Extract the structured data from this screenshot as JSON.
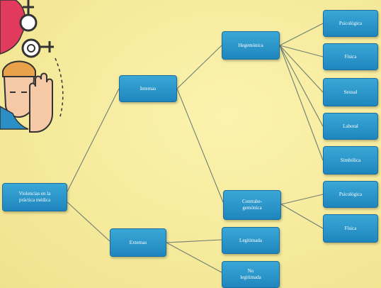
{
  "diagram": {
    "nodes": {
      "root": "Violencias en la\npráctica médica",
      "internas": "Internas",
      "externas": "Externas",
      "hegemonica": "Hegemónica",
      "contrahegemonica": "Contrahe-\ngemónica",
      "legitimada": "Legitimada",
      "no_legitimada": "No\nlegitimada",
      "psicologica_1": "Psicológica",
      "fisica_1": "Física",
      "sexual": "Sexual",
      "laboral": "Laboral",
      "simbolica": "Simbólica",
      "psicologica_2": "Psicológica",
      "fisica_2": "Física"
    },
    "illustration": {
      "icon": "gender-symbols-and-stop-hand-icon",
      "colors": {
        "fill": "#e23a5d",
        "skin": "#f6c9a6",
        "hair": "#e9a24a",
        "outline": "#333333"
      }
    }
  }
}
